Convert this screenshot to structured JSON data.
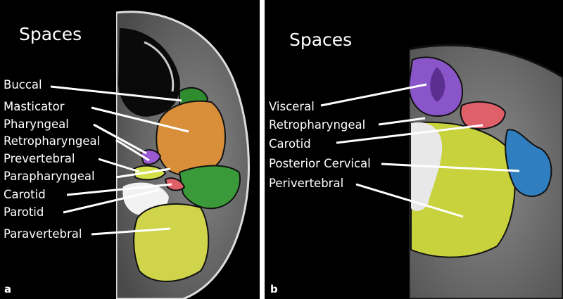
{
  "panel_a": {
    "title": "Spaces",
    "letter": "a",
    "labels": [
      "Buccal",
      "Masticator",
      "Pharyngeal",
      "Retropharyngeal",
      "Prevertebral",
      "Parapharyngeal",
      "Carotid",
      "Parotid",
      "Paravertebral"
    ]
  },
  "panel_b": {
    "title": "Spaces",
    "letter": "b",
    "labels": [
      "Visceral",
      "Retropharyngeal",
      "Carotid",
      "Posterior Cervical",
      "Perivertebral"
    ]
  },
  "colors": {
    "buccal": "#2e8b2e",
    "masticator": "#d98f3a",
    "pharyngeal": "#9b59d0",
    "retropharyngeal": "#e0606a",
    "prevertebral": "#d4e04a",
    "parapharyngeal": "#3a9a3a",
    "paravertebral": "#cfd44a",
    "visceral": "#8a55c8",
    "posterior_cervical": "#2f7fc0",
    "perivertebral": "#c7d23c"
  }
}
